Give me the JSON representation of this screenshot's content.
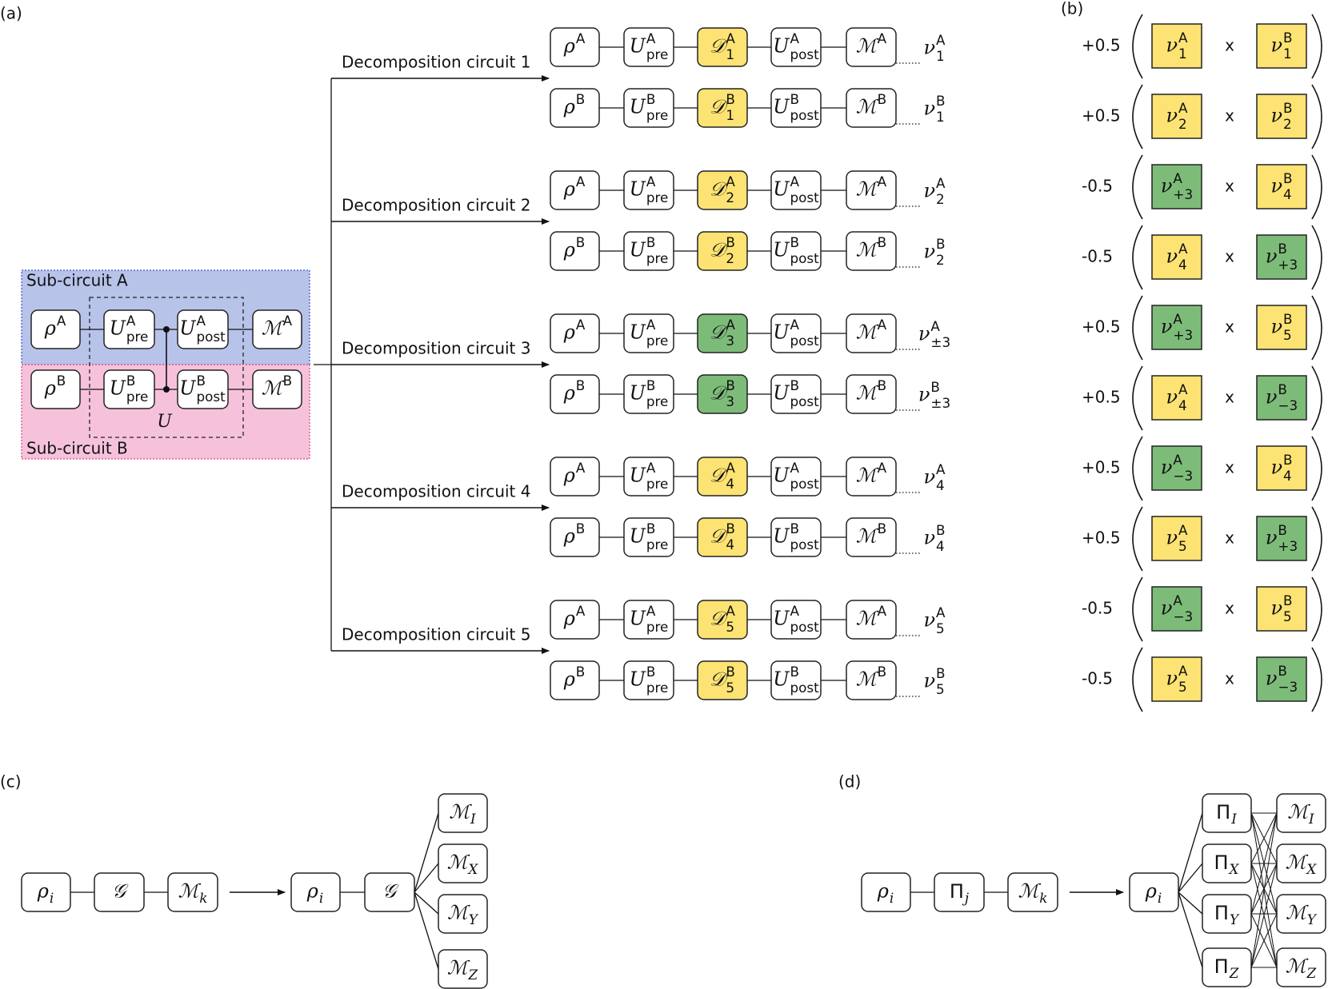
{
  "colors": {
    "yellow": "#fce373",
    "green": "#7dbb79",
    "blue_region": "#b8c3ea",
    "blue_border": "#3b55d0",
    "pink_region": "#f6c2db",
    "pink_border": "#d8447a",
    "box_border": "#222222"
  },
  "panel_labels": {
    "a": "(a)",
    "b": "(b)",
    "c": "(c)",
    "d": "(d)"
  },
  "symbols": {
    "rho": "ρ",
    "U": "U",
    "D": "𝒟",
    "M": "ℳ",
    "nu": "ν",
    "G": "𝒢",
    "Pi": "Π",
    "i": "i",
    "j": "j",
    "k": "k",
    "times": "x"
  },
  "panel_a": {
    "sub_a_label": "Sub-circuit A",
    "sub_b_label": "Sub-circuit B",
    "unitary_label": "U",
    "sup_a": "A",
    "sup_b": "B",
    "pre": "pre",
    "post": "post",
    "circuits": [
      {
        "title": "Decomposition circuit 1",
        "index": "1",
        "out_index": "1",
        "color": "yellow"
      },
      {
        "title": "Decomposition circuit 2",
        "index": "2",
        "out_index": "2",
        "color": "yellow"
      },
      {
        "title": "Decomposition circuit 3",
        "index": "3",
        "out_index": "±3",
        "color": "green"
      },
      {
        "title": "Decomposition circuit 4",
        "index": "4",
        "out_index": "4",
        "color": "yellow"
      },
      {
        "title": "Decomposition circuit 5",
        "index": "5",
        "out_index": "5",
        "color": "yellow"
      }
    ]
  },
  "panel_b": {
    "rows": [
      {
        "coef": "+0.5",
        "a_idx": "1",
        "a_color": "yellow",
        "b_idx": "1",
        "b_color": "yellow"
      },
      {
        "coef": "+0.5",
        "a_idx": "2",
        "a_color": "yellow",
        "b_idx": "2",
        "b_color": "yellow"
      },
      {
        "coef": "-0.5",
        "a_idx": "+3",
        "a_color": "green",
        "b_idx": "4",
        "b_color": "yellow"
      },
      {
        "coef": "-0.5",
        "a_idx": "4",
        "a_color": "yellow",
        "b_idx": "+3",
        "b_color": "green"
      },
      {
        "coef": "+0.5",
        "a_idx": "+3",
        "a_color": "green",
        "b_idx": "5",
        "b_color": "yellow"
      },
      {
        "coef": "+0.5",
        "a_idx": "4",
        "a_color": "yellow",
        "b_idx": "−3",
        "b_color": "green"
      },
      {
        "coef": "+0.5",
        "a_idx": "−3",
        "a_color": "green",
        "b_idx": "4",
        "b_color": "yellow"
      },
      {
        "coef": "+0.5",
        "a_idx": "5",
        "a_color": "yellow",
        "b_idx": "+3",
        "b_color": "green"
      },
      {
        "coef": "-0.5",
        "a_idx": "−3",
        "a_color": "green",
        "b_idx": "5",
        "b_color": "yellow"
      },
      {
        "coef": "-0.5",
        "a_idx": "5",
        "a_color": "yellow",
        "b_idx": "−3",
        "b_color": "green"
      }
    ]
  },
  "panel_c": {
    "measure_subs": [
      "I",
      "X",
      "Y",
      "Z"
    ]
  },
  "panel_d": {
    "measure_subs": [
      "I",
      "X",
      "Y",
      "Z"
    ]
  }
}
